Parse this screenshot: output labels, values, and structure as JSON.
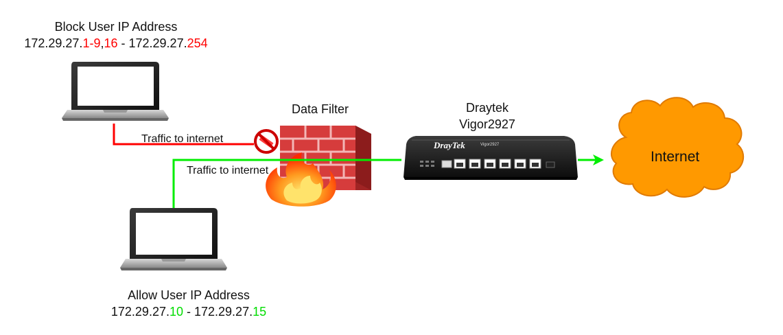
{
  "block_user": {
    "title": "Block User IP Address",
    "range": {
      "p1": "172.29.27.",
      "p2": "1-9",
      "p3": ",",
      "p4": "16",
      "p5": " - 172.29.27.",
      "p6": "254"
    }
  },
  "allow_user": {
    "title": "Allow User IP Address",
    "range": {
      "p1": "172.29.27.",
      "p2": "10",
      "p3": " - 172.29.27.",
      "p4": "15"
    }
  },
  "firewall": {
    "label": "Data Filter"
  },
  "router": {
    "brand_line": "Draytek",
    "model_line": "Vigor2927",
    "device_brand": "DrayTek",
    "device_model": "Vigor2927"
  },
  "internet": {
    "label": "Internet"
  },
  "connections": {
    "blocked_label": "Traffic to internet",
    "allowed_label": "Traffic to internet"
  },
  "colors": {
    "blocked": "#ff0000",
    "allowed": "#00ee00",
    "cloud_fill": "#ff9900",
    "brick": "#d63c3c"
  }
}
